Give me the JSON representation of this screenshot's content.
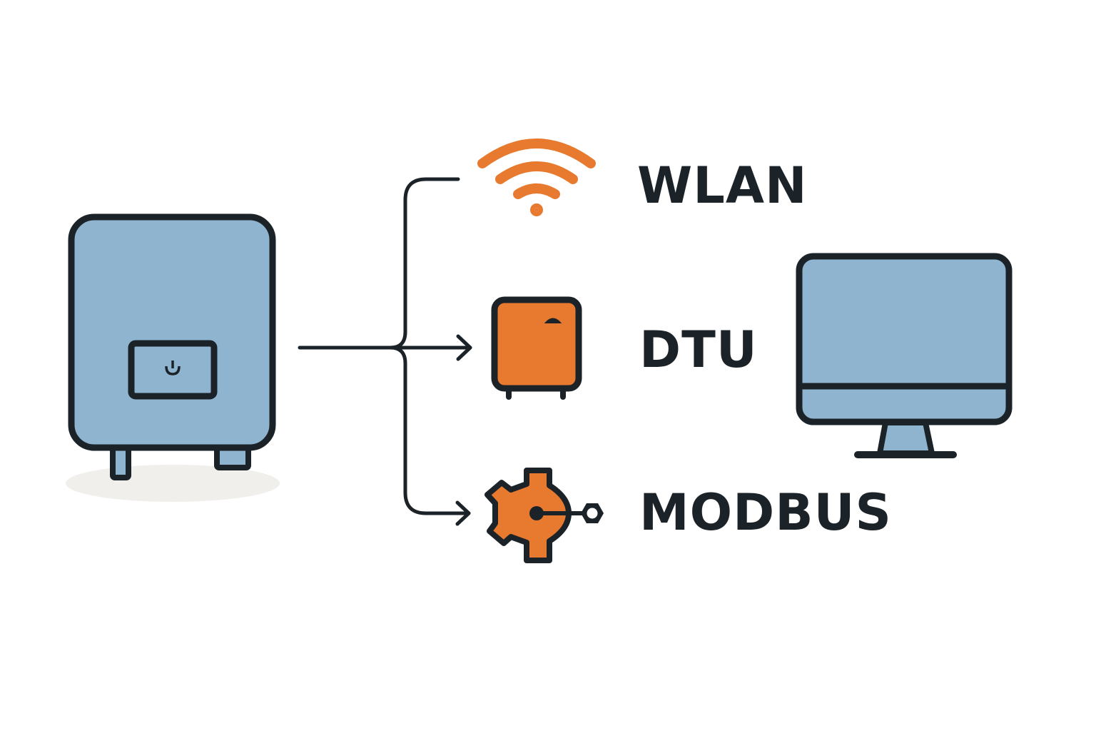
{
  "diagram": {
    "source": {
      "name": "inverter",
      "color": "#8fb4cf"
    },
    "target": {
      "name": "monitor",
      "color": "#8fb4cf"
    },
    "channels": [
      {
        "id": "wlan",
        "label": "WLAN",
        "icon": "wifi-icon"
      },
      {
        "id": "dtu",
        "label": "DTU",
        "icon": "dtu-box-icon"
      },
      {
        "id": "modbus",
        "label": "MODBUS",
        "icon": "gear-connector-icon"
      }
    ],
    "colors": {
      "accent": "#e87a2f",
      "device_fill": "#8fb4cf",
      "outline": "#1c2328",
      "shadow": "#f1efeb",
      "background": "#ffffff"
    }
  }
}
